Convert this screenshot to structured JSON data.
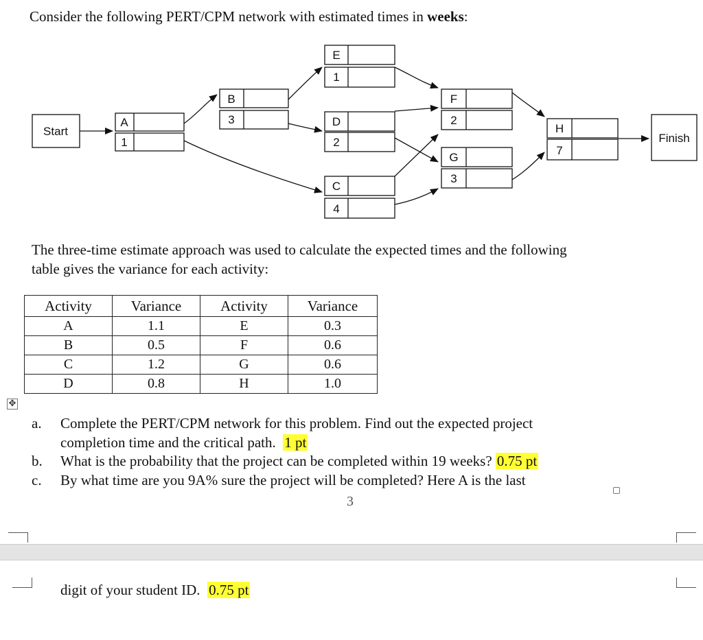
{
  "intro": {
    "prefix": "Consider the following PERT/CPM network with estimated times in ",
    "bold": "weeks",
    "suffix": ":"
  },
  "network": {
    "start_label": "Start",
    "finish_label": "Finish",
    "nodes": [
      {
        "letter": "A",
        "time": "1"
      },
      {
        "letter": "B",
        "time": "3"
      },
      {
        "letter": "E",
        "time": "1"
      },
      {
        "letter": "D",
        "time": "2"
      },
      {
        "letter": "C",
        "time": "4"
      },
      {
        "letter": "F",
        "time": "2"
      },
      {
        "letter": "G",
        "time": "3"
      },
      {
        "letter": "H",
        "time": "7"
      }
    ]
  },
  "desc": {
    "line1": "The three-time estimate approach was used to calculate the expected times and the following",
    "line2": "table gives the variance for each activity:"
  },
  "table": {
    "headers": [
      "Activity",
      "Variance",
      "Activity",
      "Variance"
    ],
    "rows": [
      [
        "A",
        "1.1",
        "E",
        "0.3"
      ],
      [
        "B",
        "0.5",
        "F",
        "0.6"
      ],
      [
        "C",
        "1.2",
        "G",
        "0.6"
      ],
      [
        "D",
        "0.8",
        "H",
        "1.0"
      ]
    ]
  },
  "questions": {
    "a": {
      "label": "a.",
      "line1": "Complete the PERT/CPM network for this problem. Find out the expected project",
      "line2": "completion time and the critical path.",
      "points": "1 pt"
    },
    "b": {
      "label": "b.",
      "text": "What is the probability that the project can be completed within 19 weeks?",
      "points": "0.75 pt"
    },
    "c": {
      "label": "c.",
      "text": "By what time are you 9A% sure the project will be completed? Here A is the last",
      "cont": "digit of your student ID.",
      "points": "0.75 pt"
    }
  },
  "page_number": "3",
  "move_handle_glyph": "✥",
  "colors": {
    "highlight": "#ffff33",
    "page_gap": "#e4e4e4"
  }
}
